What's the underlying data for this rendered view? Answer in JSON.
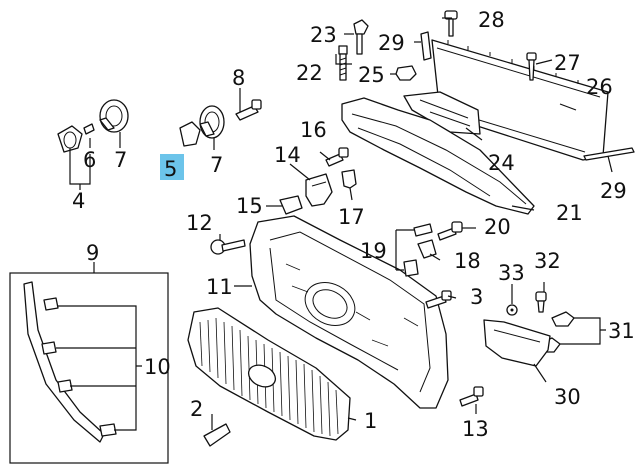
{
  "diagram": {
    "highlight_color": "#6cc4ea",
    "highlighted_callout": "5",
    "callouts": {
      "c1": "1",
      "c2": "2",
      "c3": "3",
      "c4": "4",
      "c5": "5",
      "c6": "6",
      "c7a": "7",
      "c7b": "7",
      "c8": "8",
      "c9": "9",
      "c10": "10",
      "c11": "11",
      "c12": "12",
      "c13": "13",
      "c14": "14",
      "c15": "15",
      "c16": "16",
      "c17": "17",
      "c18": "18",
      "c19": "19",
      "c20": "20",
      "c21": "21",
      "c22": "22",
      "c23": "23",
      "c24": "24",
      "c25": "25",
      "c26": "26",
      "c27": "27",
      "c28": "28",
      "c29a": "29",
      "c29b": "29",
      "c30": "30",
      "c31": "31",
      "c32": "32",
      "c33": "33"
    }
  }
}
